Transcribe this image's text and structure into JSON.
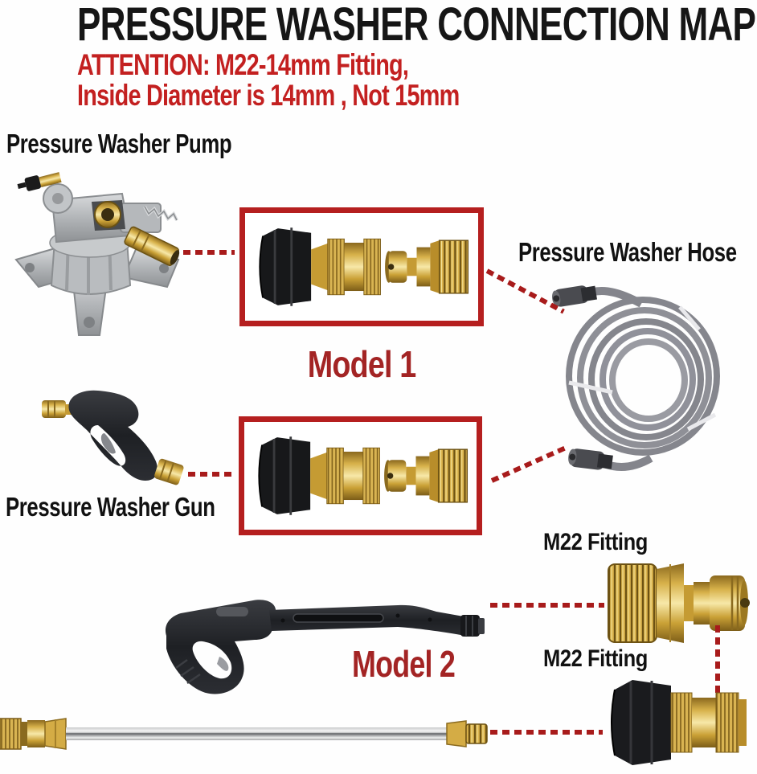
{
  "title": "PRESSURE WASHER CONNECTION MAP",
  "attention": {
    "line1": "ATTENTION: M22-14mm Fitting,",
    "line2": "Inside Diameter is 14mm , Not 15mm"
  },
  "labels": {
    "pump": "Pressure Washer Pump",
    "hose": "Pressure Washer Hose",
    "gun": "Pressure Washer Gun",
    "model1": "Model 1",
    "model2": "Model 2",
    "m22_fitting_top": "M22 Fitting",
    "m22_fitting_bottom": "M22 Fitting"
  },
  "images": {
    "pump": "pressure-washer-pump-photo",
    "hose": "coiled-pressure-washer-hose-photo",
    "gun_short": "short-trigger-gun-photo",
    "gun_long": "long-trigger-gun-photo",
    "wand": "spray-wand-lance-photo",
    "fitting_pair_model1": "m22-adapter-and-quick-connect-plug",
    "fitting_pair_model2": "m22-adapter-and-quick-connect-plug",
    "m22_male_fitting": "m22-male-thread-quick-connect-fitting",
    "m22_female_fitting": "m22-female-swivel-quick-connect-fitting"
  },
  "colors": {
    "title_text": "#161616",
    "attention_red": "#c32020",
    "model_red": "#a32424",
    "box_border_red": "#b51f1f",
    "dash_line_red": "#a81b1b",
    "brass": "#d7b14a",
    "hose_gray": "#8d8e95",
    "gun_black": "#1e2024",
    "pump_gray": "#b2b5b8"
  }
}
